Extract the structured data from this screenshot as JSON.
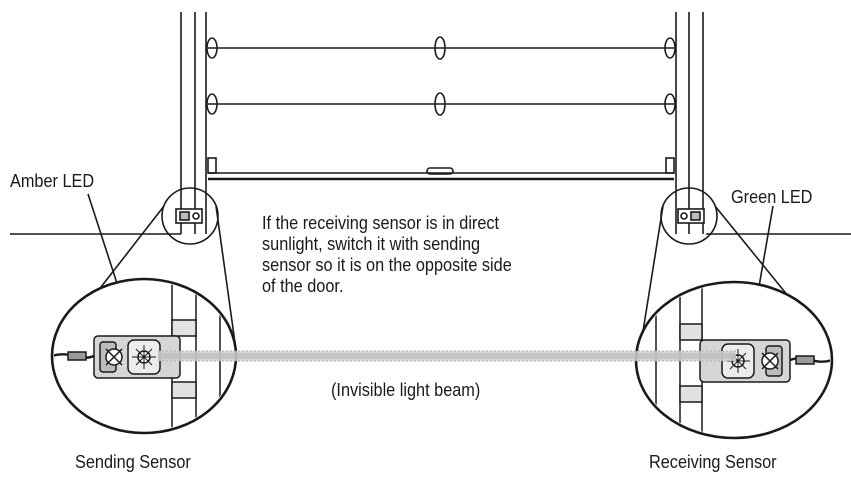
{
  "labels": {
    "amber_led": "Amber LED",
    "green_led": "Green LED",
    "beam": "(Invisible light beam)",
    "sending_sensor": "Sending Sensor",
    "receiving_sensor": "Receiving Sensor"
  },
  "note_lines": [
    "If the receiving sensor is in direct",
    "sunlight, switch it with sending",
    "sensor so it is on the opposite side",
    "of the door."
  ],
  "colors": {
    "line": "#1a1a1a",
    "panel": "#ffffff",
    "sensor_fill": "#d9d9d9",
    "beam": "#cfcfcf"
  }
}
